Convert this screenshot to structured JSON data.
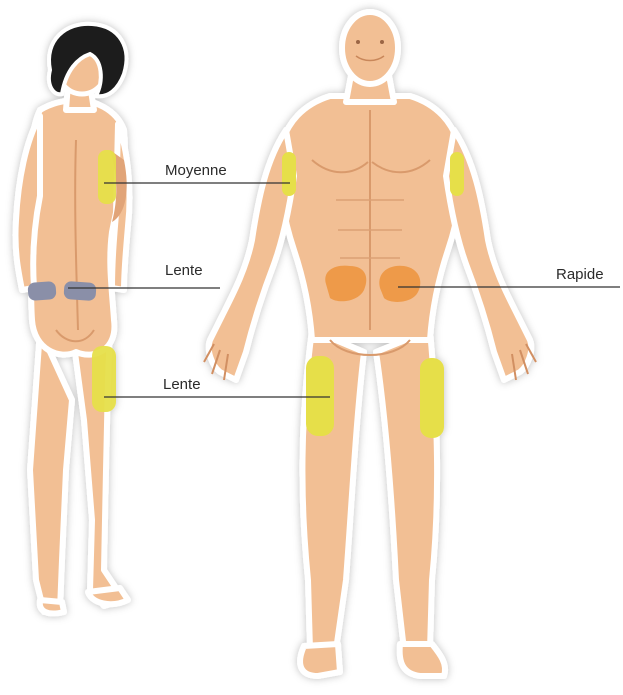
{
  "labels": {
    "moyenne": "Moyenne",
    "lente_top": "Lente",
    "lente_bottom": "Lente",
    "rapide": "Rapide"
  },
  "colors": {
    "skin": "#f2bf94",
    "skin_shadow": "#e1a478",
    "skin_outline": "#d18f62",
    "hair": "#1a1a1a",
    "zone_yellow": "#e6df4a",
    "zone_orange": "#ee9a4a",
    "zone_blue": "#8a8fa8",
    "leader_line": "#333333"
  }
}
